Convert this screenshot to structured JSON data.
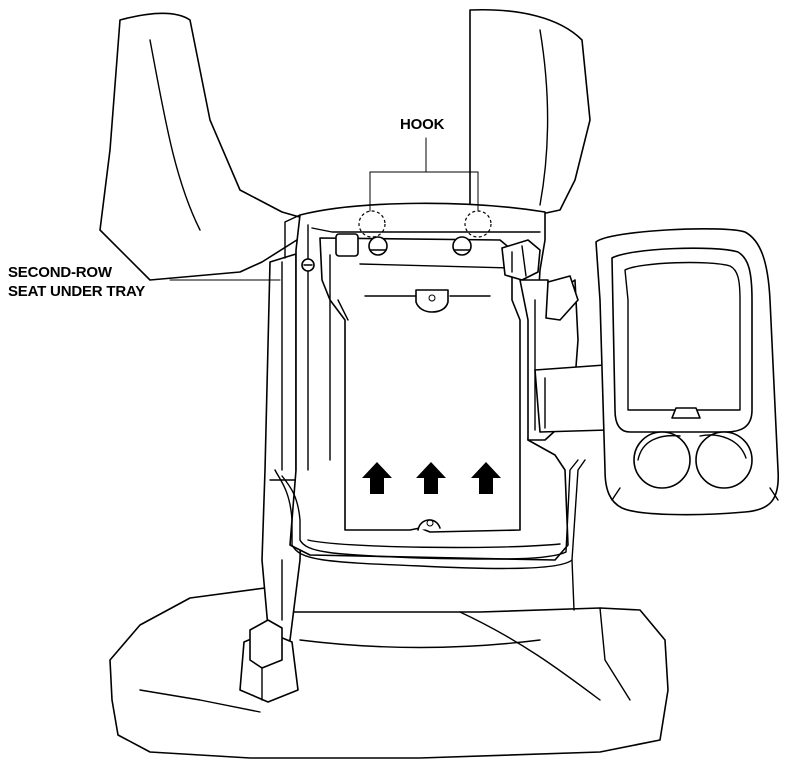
{
  "labels": {
    "hook": "HOOK",
    "tray_line1": "SECOND-ROW",
    "tray_line2": "SEAT UNDER TRAY"
  },
  "arrows": {
    "count": 3,
    "direction": "up"
  },
  "colors": {
    "line": "#000000",
    "background": "#ffffff"
  }
}
